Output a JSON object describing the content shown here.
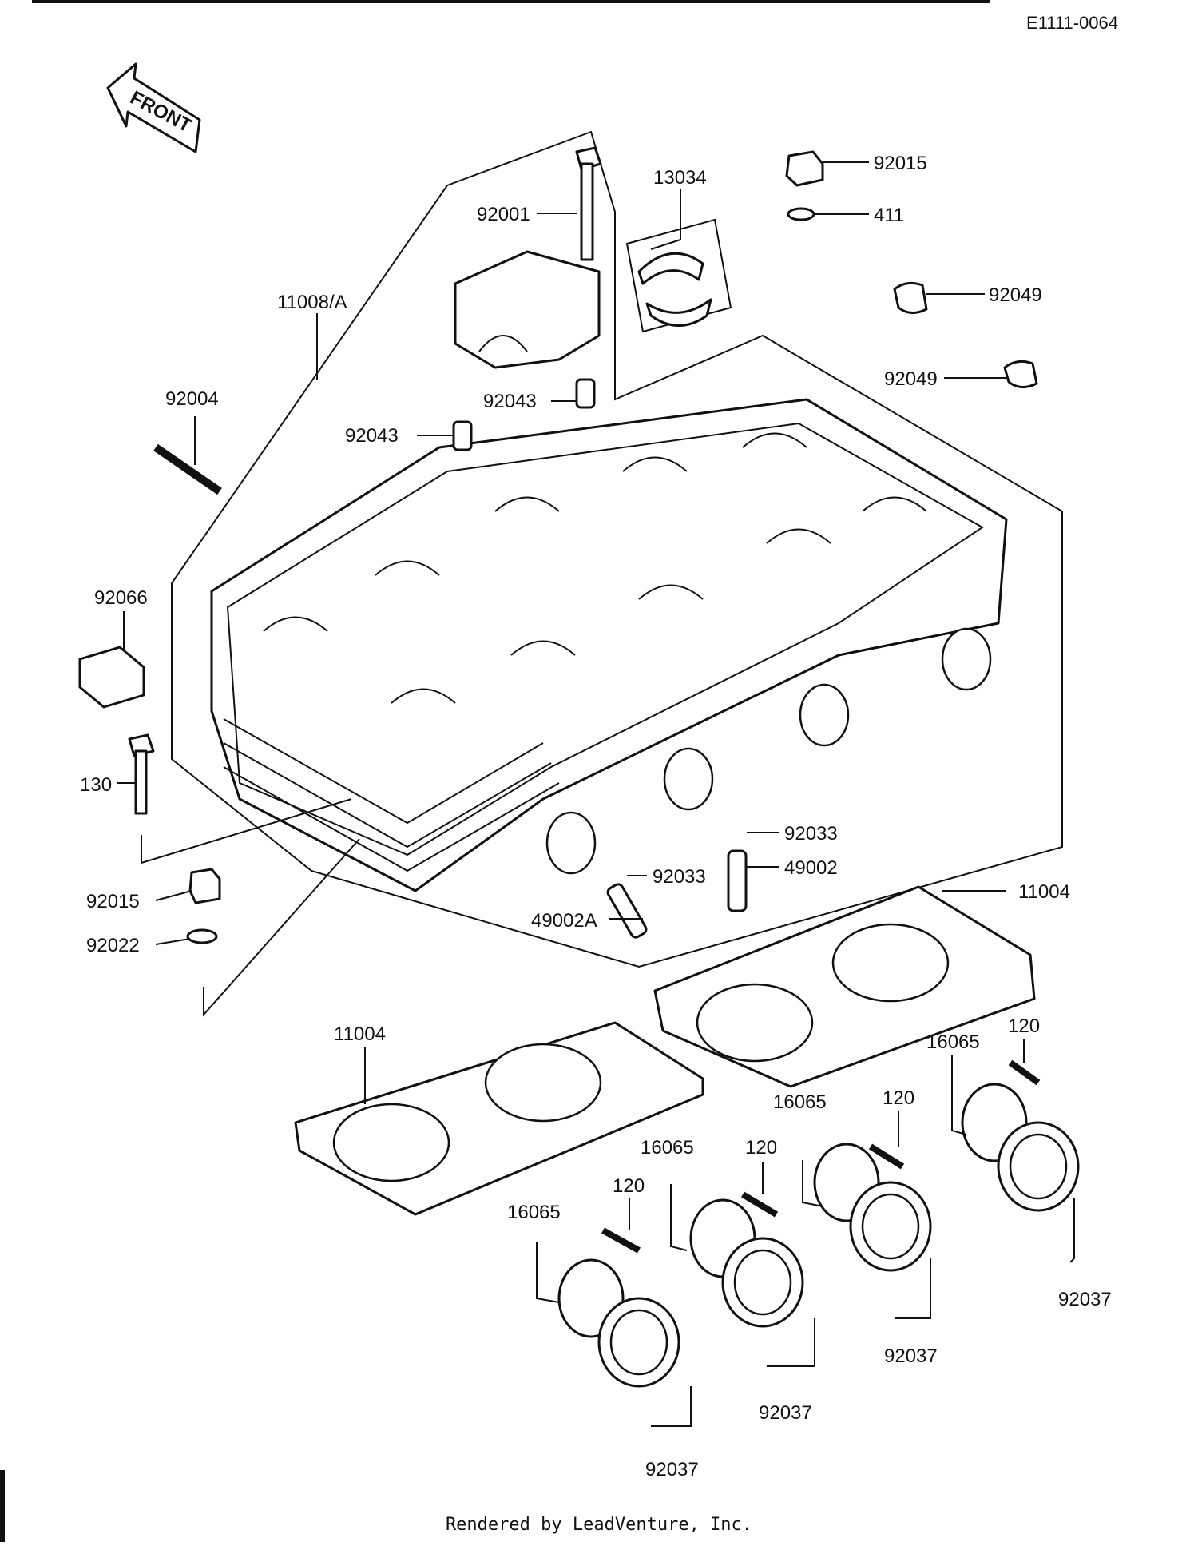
{
  "diagram_code": "E1111-0064",
  "front_arrow_label": "FRONT",
  "footer_text": "Rendered by LeadVenture, Inc.",
  "callouts": {
    "p92001": "92001",
    "p13034": "13034",
    "p92015_top": "92015",
    "p411": "411",
    "p92049_a": "92049",
    "p92049_b": "92049",
    "p11008A": "11008/A",
    "p92004": "92004",
    "p92043_a": "92043",
    "p92043_b": "92043",
    "p92066": "92066",
    "p130": "130",
    "p92015_left": "92015",
    "p92022": "92022",
    "p92033_a": "92033",
    "p92033_b": "92033",
    "p49002": "49002",
    "p49002A": "49002A",
    "p11004_right": "11004",
    "p11004_left": "11004",
    "p16065_a": "16065",
    "p16065_b": "16065",
    "p16065_c": "16065",
    "p16065_d": "16065",
    "p120_a": "120",
    "p120_b": "120",
    "p120_c": "120",
    "p120_d": "120",
    "p92037_a": "92037",
    "p92037_b": "92037",
    "p92037_c": "92037",
    "p92037_d": "92037"
  }
}
